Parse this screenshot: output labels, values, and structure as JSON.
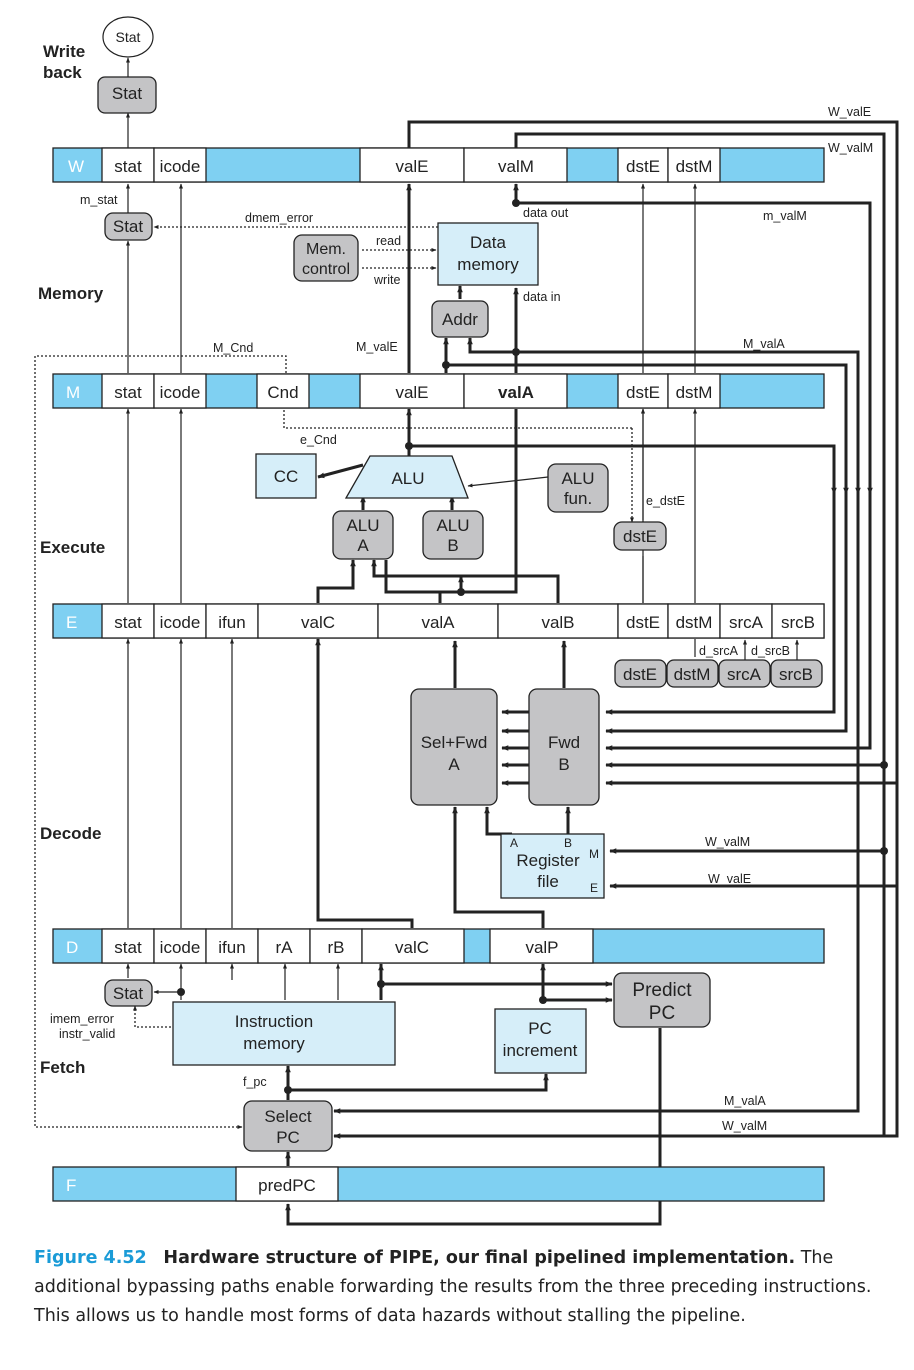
{
  "stages": {
    "writeback_line1": "Write",
    "writeback_line2": "back",
    "memory": "Memory",
    "execute": "Execute",
    "decode": "Decode",
    "fetch": "Fetch"
  },
  "registers": {
    "W": {
      "label": "W",
      "fields": [
        "stat",
        "icode",
        "valE",
        "valM",
        "dstE",
        "dstM"
      ]
    },
    "M": {
      "label": "M",
      "fields": [
        "stat",
        "icode",
        "Cnd",
        "valE",
        "valA",
        "dstE",
        "dstM"
      ]
    },
    "E": {
      "label": "E",
      "fields": [
        "stat",
        "icode",
        "ifun",
        "valC",
        "valA",
        "valB",
        "dstE",
        "dstM",
        "srcA",
        "srcB"
      ]
    },
    "D": {
      "label": "D",
      "fields": [
        "stat",
        "icode",
        "ifun",
        "rA",
        "rB",
        "valC",
        "valP"
      ]
    },
    "F": {
      "label": "F",
      "fields": [
        "predPC"
      ]
    }
  },
  "blocks": {
    "stat_out": "Stat",
    "stat_w": "Stat",
    "stat_m": "Stat",
    "stat_f": "Stat",
    "mem_control": [
      "Mem.",
      "control"
    ],
    "data_memory": [
      "Data",
      "memory"
    ],
    "addr": "Addr",
    "cc": "CC",
    "alu": "ALU",
    "alu_fun": [
      "ALU",
      "fun."
    ],
    "alu_a": [
      "ALU",
      "A"
    ],
    "alu_b": [
      "ALU",
      "B"
    ],
    "dstE_box": "dstE",
    "decode_small": [
      "dstE",
      "dstM",
      "srcA",
      "srcB"
    ],
    "sel_fwd_a": [
      "Sel+Fwd",
      "A"
    ],
    "fwd_b": [
      "Fwd",
      "B"
    ],
    "register_file": [
      "Register",
      "file"
    ],
    "rf_ports": {
      "a": "A",
      "b": "B",
      "m": "M",
      "e": "E"
    },
    "instruction_memory": [
      "Instruction",
      "memory"
    ],
    "pc_increment": [
      "PC",
      "increment"
    ],
    "predict_pc": [
      "Predict",
      "PC"
    ],
    "select_pc": [
      "Select",
      "PC"
    ]
  },
  "signals": {
    "W_valE": "W_valE",
    "W_valM": "W_valM",
    "m_stat": "m_stat",
    "dmem_error": "dmem_error",
    "data_out": "data out",
    "m_valM": "m_valM",
    "read": "read",
    "write": "write",
    "data_in": "data in",
    "M_Cnd": "M_Cnd",
    "M_valE": "M_valE",
    "M_valA": "M_valA",
    "e_Cnd": "e_Cnd",
    "e_dstE": "e_dstE",
    "d_srcA": "d_srcA",
    "d_srcB": "d_srcB",
    "rf_W_valM": "W_valM",
    "rf_W_valE": "W_valE",
    "imem_error": "imem_error",
    "instr_valid": "instr_valid",
    "f_pc": "f_pc",
    "sel_M_valA": "M_valA",
    "sel_W_valM": "W_valM"
  },
  "caption": {
    "number": "Figure 4.52",
    "title": "Hardware structure of PIPE, our final pipelined implementation.",
    "text": "The additional bypassing paths enable forwarding the results from the three preceding instructions. This allows us to handle most forms of data hazards without stalling the pipeline."
  },
  "colors": {
    "blue_fill": "#7fd0f2",
    "light_blue_fill": "#d6eef9",
    "gray_fill": "#c4c4c6",
    "line": "#222222",
    "caption_accent": "#1a9bd7"
  }
}
